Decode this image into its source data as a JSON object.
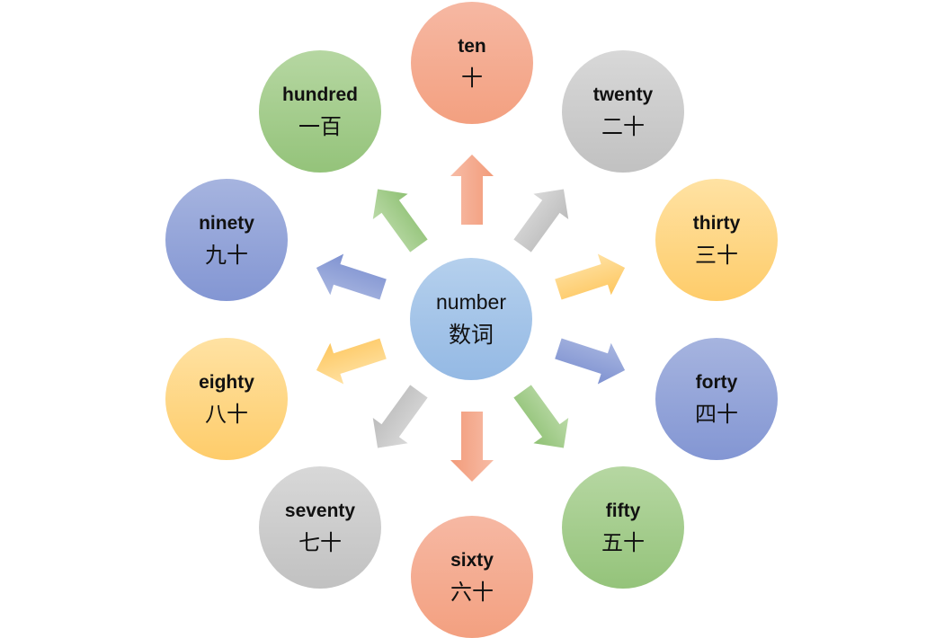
{
  "center": {
    "en": "number",
    "zh": "数词"
  },
  "nodes": [
    {
      "id": "ten",
      "en": "ten",
      "zh": "十",
      "color": "orange"
    },
    {
      "id": "twenty",
      "en": "twenty",
      "zh": "二十",
      "color": "gray"
    },
    {
      "id": "thirty",
      "en": "thirty",
      "zh": "三十",
      "color": "yellow"
    },
    {
      "id": "forty",
      "en": "forty",
      "zh": "四十",
      "color": "blue"
    },
    {
      "id": "fifty",
      "en": "fifty",
      "zh": "五十",
      "color": "green"
    },
    {
      "id": "sixty",
      "en": "sixty",
      "zh": "六十",
      "color": "orange"
    },
    {
      "id": "seventy",
      "en": "seventy",
      "zh": "七十",
      "color": "gray"
    },
    {
      "id": "eighty",
      "en": "eighty",
      "zh": "八十",
      "color": "yellow"
    },
    {
      "id": "ninety",
      "en": "ninety",
      "zh": "九十",
      "color": "blue"
    },
    {
      "id": "hundred",
      "en": "hundred",
      "zh": "一百",
      "color": "green"
    }
  ],
  "palette": {
    "orange": "#f4a98b",
    "gray": "#c6c6c6",
    "yellow": "#fed27c",
    "blue": "#8d9fd6",
    "green": "#a2ca8b",
    "center": "#9fc2e8"
  }
}
